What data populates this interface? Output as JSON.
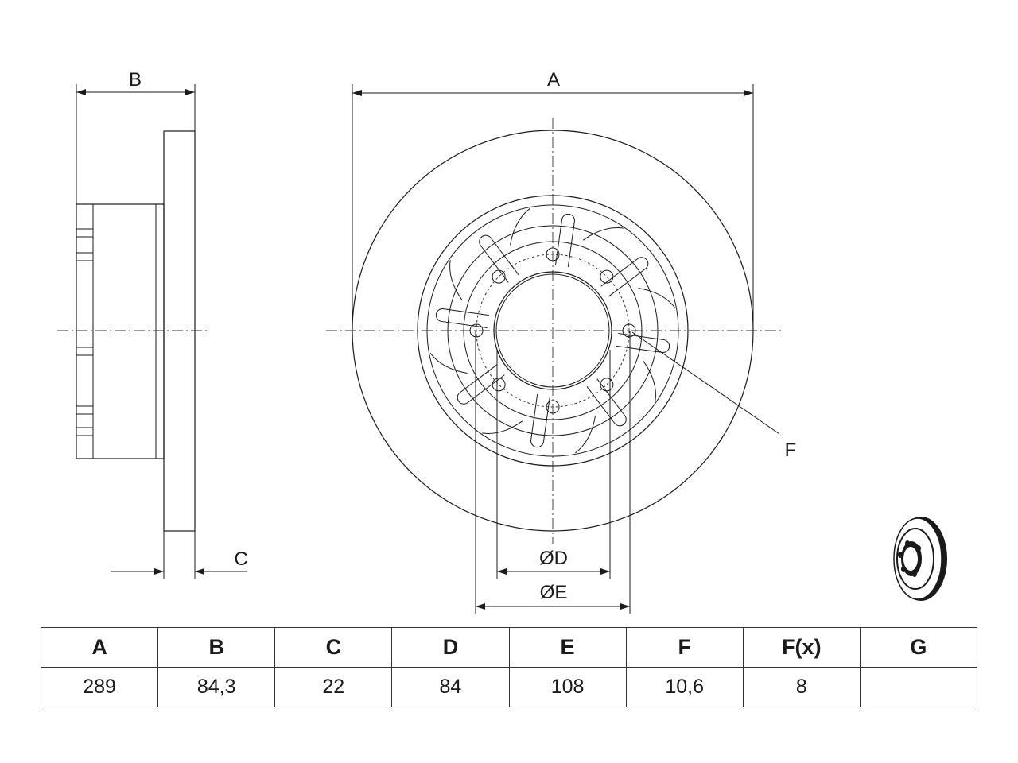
{
  "labels": {
    "A": "A",
    "B": "B",
    "C": "C",
    "D": "ØD",
    "E": "ØE",
    "F": "F"
  },
  "table": {
    "headers": [
      "A",
      "B",
      "C",
      "D",
      "E",
      "F",
      "F(x)",
      "G"
    ],
    "values": [
      "289",
      "84,3",
      "22",
      "84",
      "108",
      "10,6",
      "8",
      ""
    ]
  }
}
